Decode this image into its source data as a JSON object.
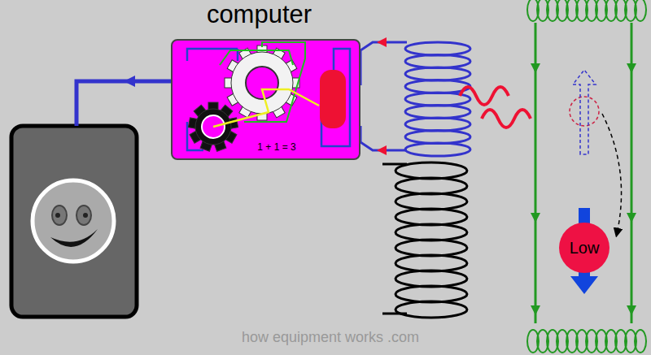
{
  "diagram": {
    "nodes": [
      {
        "text": [
          "computer",
          "1 + 1 = 3"
        ]
      },
      {
        "text": [
          "Low"
        ]
      }
    ],
    "labels": [
      "how equipment works .com"
    ]
  }
}
